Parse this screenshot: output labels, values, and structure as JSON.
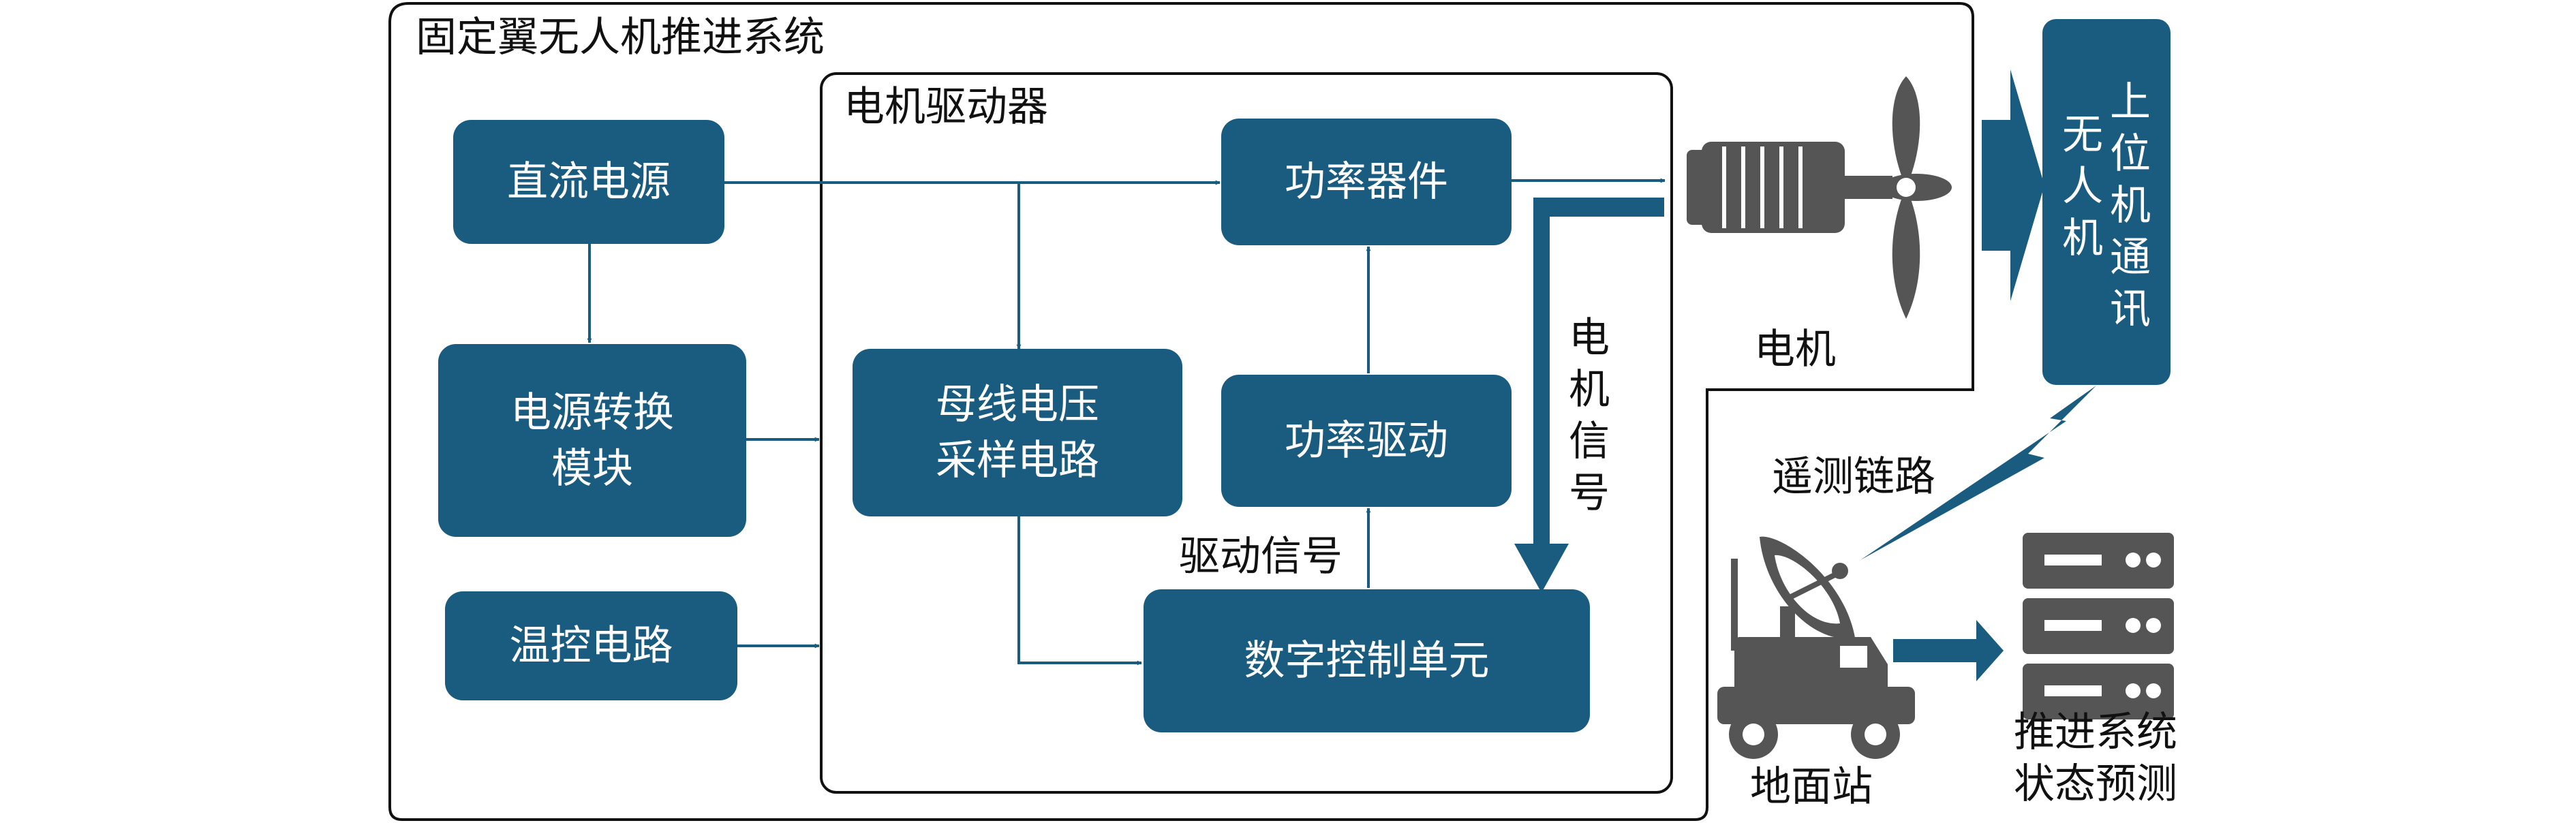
{
  "colors": {
    "block": "#1a5c80",
    "frame": "#111111",
    "arrow": "#1a5c80",
    "icon": "#555555"
  },
  "labels": {
    "system_title": "固定翼无人机推进系统",
    "driver_title": "电机驱动器",
    "motor": "电机",
    "motor_signal": "电机信号",
    "drive_signal": "驱动信号",
    "telemetry_link": "遥测链路",
    "ground_station": "地面站",
    "prediction": [
      "推进系统",
      "状态预测"
    ]
  },
  "blocks": {
    "dc_power": [
      "直流电源"
    ],
    "power_conversion": [
      "电源转换",
      "模块"
    ],
    "temp_control": [
      "温控电路"
    ],
    "bus_voltage": [
      "母线电压",
      "采样电路"
    ],
    "power_device": [
      "功率器件"
    ],
    "power_drive": [
      "功率驱动"
    ],
    "digital_control": [
      "数字控制单元"
    ],
    "host_left": "无人机",
    "host_right": "上位机通讯"
  },
  "icons": [
    "motor-icon",
    "propeller-icon",
    "radar-truck-icon",
    "server-icon"
  ]
}
